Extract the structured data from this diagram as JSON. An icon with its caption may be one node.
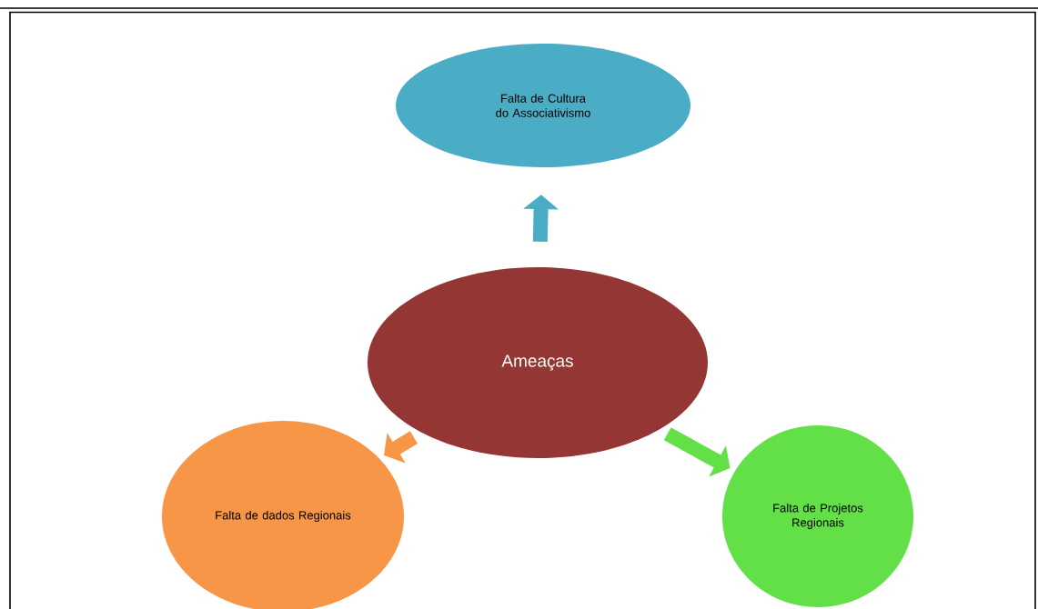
{
  "diagram": {
    "nodes": [
      {
        "text": [
          "Falta de Cultura do Associativismo"
        ]
      },
      {
        "text": [
          "Ameaças"
        ]
      },
      {
        "text": [
          "Falta de dados Regionais"
        ]
      },
      {
        "text": [
          "Falta de Projetos Regionais"
        ]
      }
    ],
    "edges": [
      {
        "from": 1,
        "to": 0,
        "arrow": "to",
        "color": "#4bacc6"
      },
      {
        "from": 1,
        "to": 2,
        "arrow": "to",
        "color": "#f79646"
      },
      {
        "from": 1,
        "to": 3,
        "arrow": "to",
        "color": "#63e047"
      }
    ]
  }
}
